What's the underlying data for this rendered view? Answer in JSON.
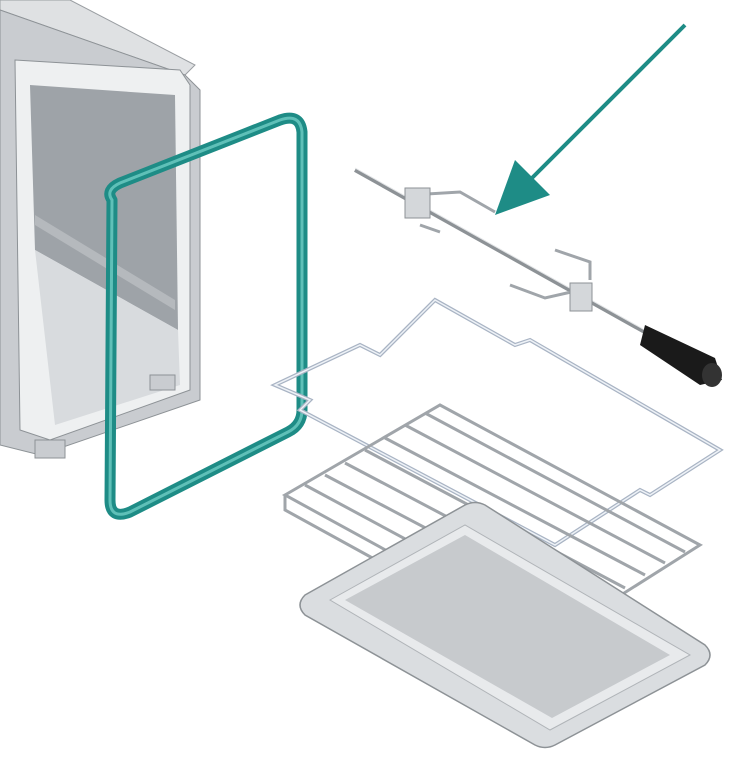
{
  "colors": {
    "accent": "#1e8c86",
    "metal_light": "#e4e6e8",
    "metal_mid": "#b9bdc1",
    "metal_dark": "#8d9296",
    "wire": "#a9b4c4",
    "handle": "#1a1a1a"
  },
  "parts": [
    "oven-cavity",
    "door-gasket",
    "rotisserie-spit",
    "wire-frame",
    "wire-rack",
    "baking-tray",
    "indicator-arrow"
  ]
}
